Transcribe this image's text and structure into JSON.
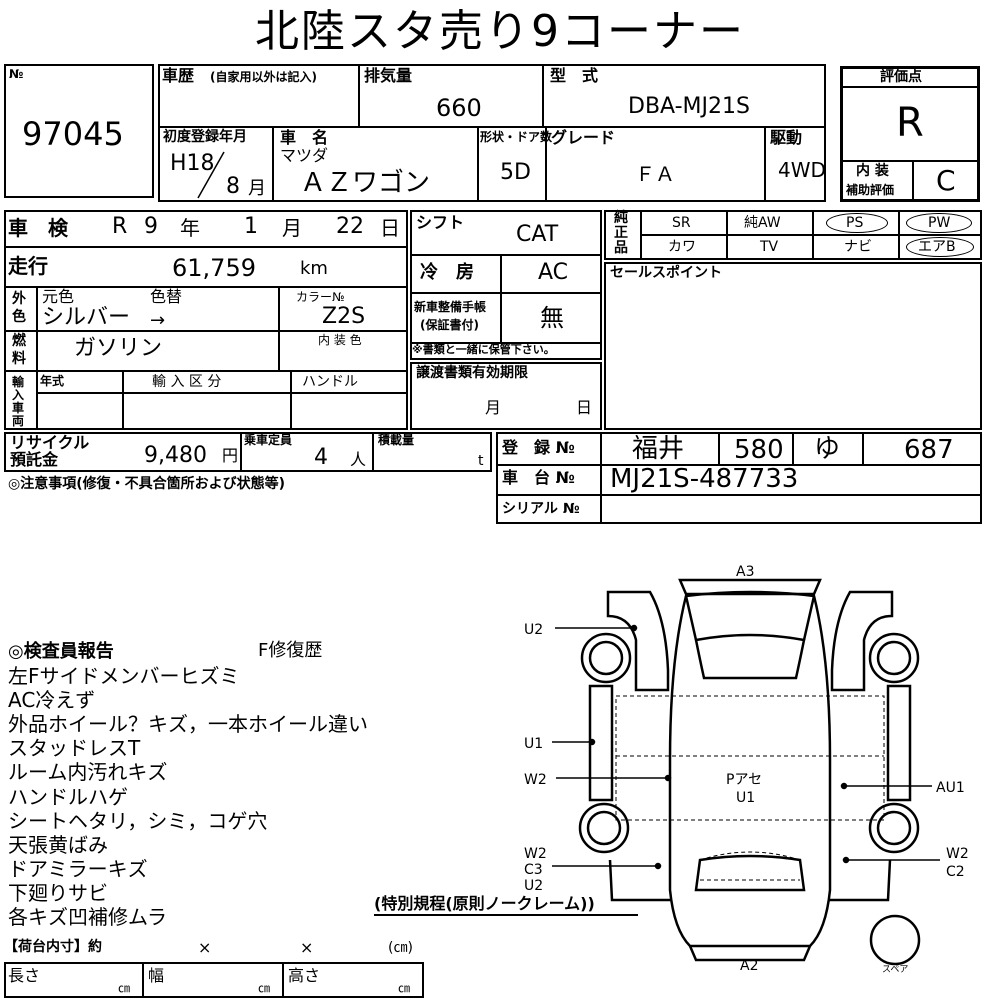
{
  "title": "北陸スタ売り9コーナー",
  "lot": {
    "no_label": "№",
    "number": "97045"
  },
  "history": {
    "label": "車歴",
    "note": "(自家用以外は記入)"
  },
  "displacement": {
    "label": "排気量",
    "value": "660"
  },
  "model_type": {
    "label": "型　式",
    "value": "DBA-MJ21S"
  },
  "first_reg": {
    "label": "初度登録年月",
    "era": "H18",
    "month": "8",
    "month_unit": "月"
  },
  "car_name": {
    "label": "車　名",
    "maker": "マツダ",
    "name": "ＡＺワゴン"
  },
  "shape": {
    "label": "形状・ドア数",
    "value": "5D"
  },
  "grade": {
    "label": "グレード",
    "value": "ＦＡ"
  },
  "drive": {
    "label": "駆動",
    "value": "4WD"
  },
  "rating": {
    "label": "評価点",
    "value": "R",
    "interior_label1": "内 装",
    "interior_label2": "補助評価",
    "interior_value": "C"
  },
  "inspection": {
    "label": "車　検",
    "era": "R",
    "year": "9",
    "year_unit": "年",
    "month": "1",
    "month_unit": "月",
    "day": "22",
    "day_unit": "日"
  },
  "mileage": {
    "label": "走行",
    "value": "61,759",
    "unit": "km"
  },
  "exterior": {
    "side_label1": "外",
    "side_label2": "色",
    "orig_label": "元色",
    "repaint_label": "色替",
    "orig_value": "シルバー",
    "repaint_value": "→",
    "color_no_label": "カラー№",
    "color_no": "Z2S"
  },
  "fuel": {
    "side_label1": "燃",
    "side_label2": "料",
    "value": "ガソリン",
    "interior_color_label": "内 装 色"
  },
  "import": {
    "side_label": "輸入車両",
    "year_label": "年式",
    "division_label": "輸 入 区 分",
    "handle_label": "ハンドル"
  },
  "shift": {
    "label": "シフト",
    "value": "CAT"
  },
  "ac": {
    "label": "冷　房",
    "value": "AC"
  },
  "maintenance": {
    "label1": "新車整備手帳",
    "label2": "(保証書付)",
    "value": "無",
    "note": "※書類と一緒に保管下さい。"
  },
  "transfer": {
    "label": "譲渡書類有効期限",
    "month_unit": "月",
    "day_unit": "日"
  },
  "genuine": {
    "side": [
      "純",
      "正",
      "品"
    ],
    "items_row1": [
      "SR",
      "純AW",
      "PS",
      "PW"
    ],
    "items_row2": [
      "カワ",
      "TV",
      "ナビ",
      "エアB"
    ]
  },
  "sales_point": {
    "label": "セールスポイント"
  },
  "recycle": {
    "label1": "リサイクル",
    "label2": "預託金",
    "value": "9,480",
    "unit": "円"
  },
  "capacity": {
    "label": "乗車定員",
    "value": "4",
    "unit": "人"
  },
  "load": {
    "label": "積載量",
    "unit": "t"
  },
  "registration": {
    "label": "登　録 №",
    "area": "福井",
    "class": "580",
    "kana": "ゆ",
    "number": "687"
  },
  "chassis": {
    "label": "車　台 №",
    "value": "MJ21S-487733"
  },
  "serial": {
    "label": "シリアル №"
  },
  "notes_title": "◎注意事項(修復・不具合箇所および状態等)",
  "inspector": {
    "title": "◎検査員報告",
    "repair_history": "F修復歴",
    "lines": [
      "左Fサイドメンバーヒズミ",
      "AC冷えず",
      "外品ホイール？キズ，一本ホイール違い",
      "スタッドレスT",
      "ルーム内汚れキズ",
      "ハンドルハゲ",
      "シートヘタリ，シミ，コゲ穴",
      "天張黄ばみ",
      "ドアミラーキズ",
      "下廻りサビ",
      "各キズ凹補修ムラ"
    ]
  },
  "special_rule": "(特別規程(原則ノークレーム))",
  "cargo": {
    "title": "【荷台内寸】約",
    "times1": "×",
    "times2": "×",
    "unit_paren": "(㎝)",
    "length_label": "長さ",
    "width_label": "幅",
    "height_label": "高さ",
    "cm": "㎝"
  },
  "diagram": {
    "a3": "A3",
    "a2": "A2",
    "u2_top": "U2",
    "u1_left": "U1",
    "w2_left": "W2",
    "w2_low": "W2",
    "c3_low": "C3",
    "u2_low": "U2",
    "center1": "Pアセ",
    "center2": "U1",
    "au1": "AU1",
    "w2_right": "W2",
    "c2_right": "C2",
    "spare": "スペア"
  }
}
